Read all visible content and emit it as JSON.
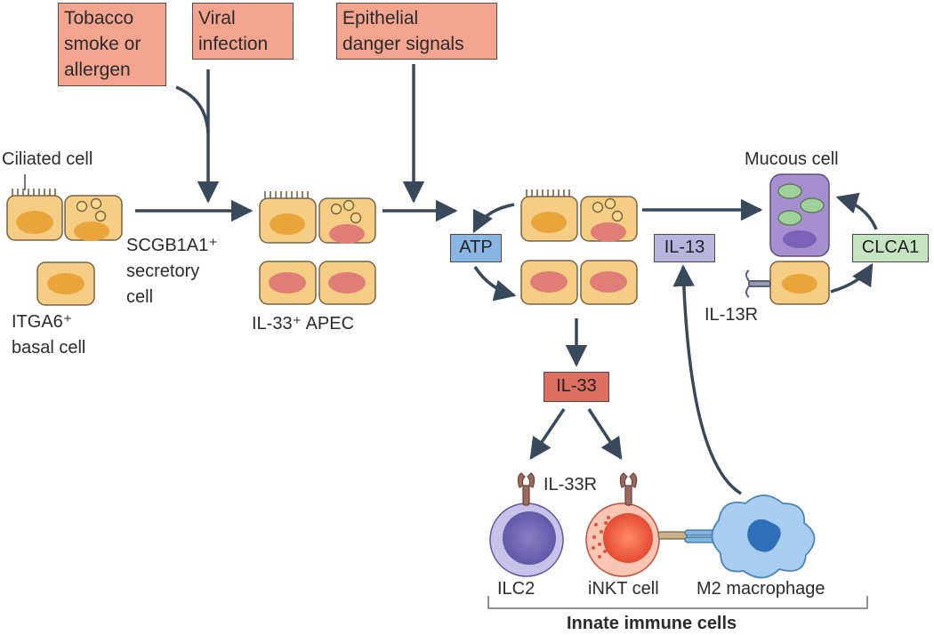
{
  "triggers": {
    "tobacco": "Tobacco\nsmoke or\nallergen",
    "viral": "Viral\ninfection",
    "epithelial": "Epithelial\ndanger signals"
  },
  "cells": {
    "ciliated": "Ciliated cell",
    "secretory": "SCGB1A1⁺\nsecretory\ncell",
    "basal": "ITGA6⁺\nbasal cell",
    "apec": "IL-33⁺ APEC",
    "mucous": "Mucous cell",
    "il13r": "IL-13R",
    "il33r": "IL-33R",
    "ilc2": "ILC2",
    "inkt": "iNKT cell",
    "m2": "M2 macrophage"
  },
  "mediators": {
    "atp": "ATP",
    "il13": "IL-13",
    "clca1": "CLCA1",
    "il33": "IL-33"
  },
  "group_label": "Innate immune cells",
  "colors": {
    "trigger_fill": "#f2a48e",
    "cell_fill": "#f6cd85",
    "nucleus_orange": "#e9a53a",
    "nucleus_red": "#df7d76",
    "arrow": "#37495a",
    "atp_fill": "#8ab6e3",
    "il13_fill": "#b9b4dd",
    "clca1_fill": "#c6e4c1",
    "il33_fill": "#dc6f5f",
    "mucous_fill": "#a58fcf"
  }
}
